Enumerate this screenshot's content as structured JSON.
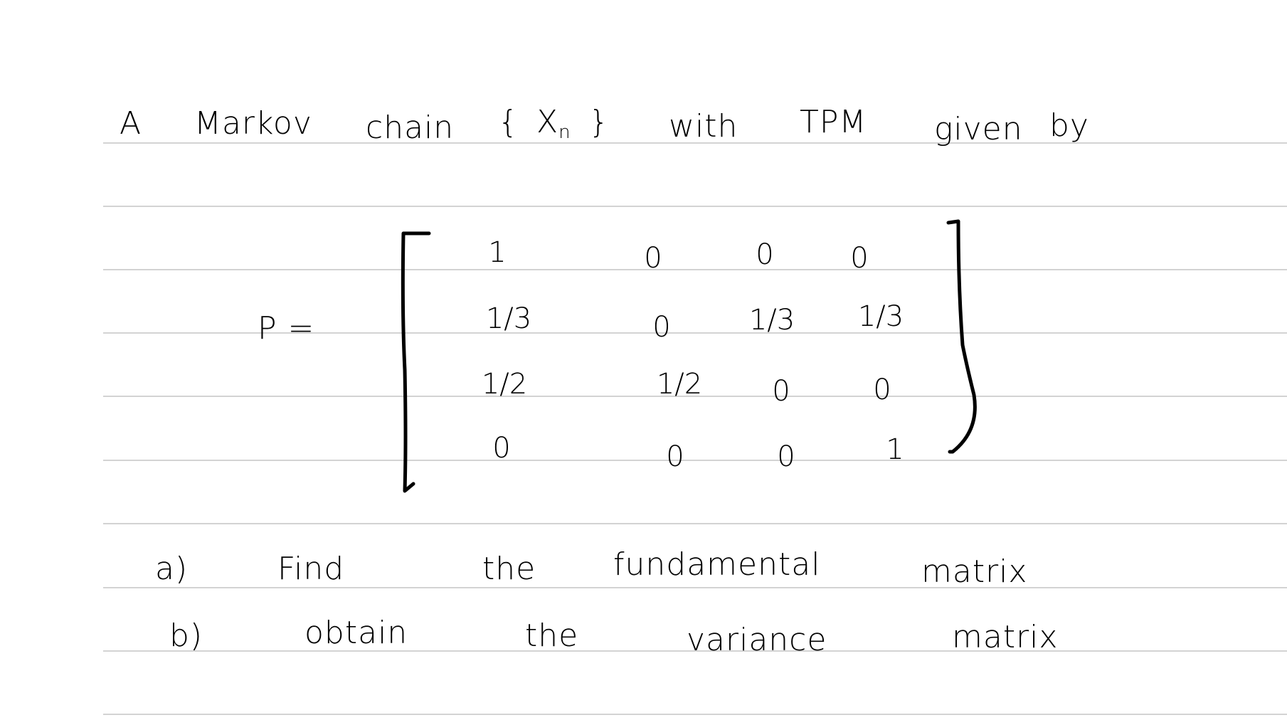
{
  "problem": {
    "statement": {
      "w1": "A",
      "w2": "Markov",
      "w3": "chain",
      "w4_open": "{",
      "w4_var": "X",
      "w4_sub": "n",
      "w4_close": "}",
      "w5": "with",
      "w6": "TPM",
      "w7": "given",
      "w8": "by"
    },
    "matrix": {
      "label": "P =",
      "rows": [
        [
          "1",
          "0",
          "0",
          "0"
        ],
        [
          "1/3",
          "0",
          "1/3",
          "1/3"
        ],
        [
          "1/2",
          "1/2",
          "0",
          "0"
        ],
        [
          "0",
          "0",
          "0",
          "1"
        ]
      ]
    },
    "parts": {
      "a": {
        "marker": "a)",
        "words": [
          "Find",
          "the",
          "fundamental",
          "matrix"
        ]
      },
      "b": {
        "marker": "b)",
        "words": [
          "obtain",
          "the",
          "variance",
          "matrix"
        ]
      }
    }
  }
}
